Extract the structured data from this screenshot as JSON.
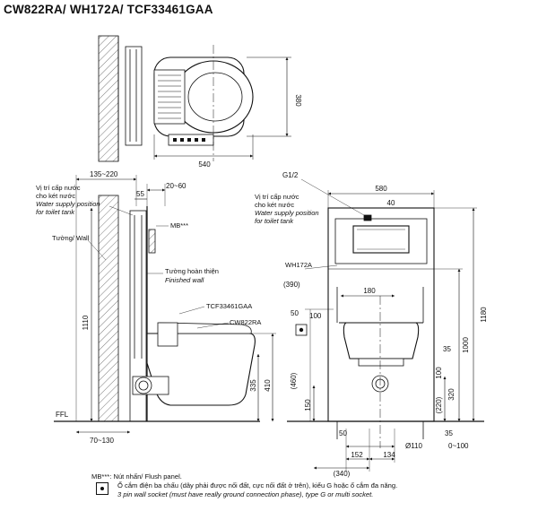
{
  "title": "CW822RA/ WH172A/ TCF33461GAA",
  "top_view": {
    "dim_depth": "540",
    "dim_width": "380"
  },
  "side_view": {
    "dim_135_220": "135~220",
    "dim_20_60": "20~60",
    "dim_55": "55",
    "water_vi": "Vị trí cấp nước",
    "water_vi2": "cho két nước",
    "water_en": "Water supply position",
    "water_en2": "for toilet tank",
    "mb_label": "MB***",
    "wall_label": "Tường/ Wall",
    "finished_vi": "Tường hoàn thiện",
    "finished_en": "Finished wall",
    "tank_model": "TCF33461GAA",
    "seat_model": "CW822RA",
    "dim_1110": "1110",
    "dim_335": "335",
    "dim_410": "410",
    "ffl": "FFL",
    "dim_70_130": "70~130"
  },
  "front_view": {
    "g12": "G1/2",
    "water_vi": "Vị trí cấp nước",
    "water_vi2": "cho két nước",
    "water_en": "Water supply position",
    "water_en2": "for toilet tank",
    "frame_model": "WH172A",
    "dim_580": "580",
    "dim_40": "40",
    "dim_390": "(390)",
    "dim_180": "180",
    "dim_50": "50",
    "dim_100": "100",
    "dim_460": "(460)",
    "dim_150": "150",
    "dim_1180": "1180",
    "dim_1000": "1000",
    "dim_35a": "35",
    "dim_100b": "100",
    "dim_320": "320",
    "dim_220": "(220)",
    "dim_35b": "35",
    "dim_0_100": "0~100",
    "dim_50b": "50",
    "dim_110": "Ø110",
    "dim_152": "152",
    "dim_134": "134",
    "dim_340": "(340)"
  },
  "notes": {
    "mb_note": "MB***: Nút nhấn/ Flush panel.",
    "socket_vi": "Ổ cắm điện ba chấu (dây phải được nối đất, cực nối đất ở trên), kiểu G hoặc ổ cắm đa năng.",
    "socket_en": "3 pin wall socket (must have really ground connection phase), type G or multi socket."
  }
}
